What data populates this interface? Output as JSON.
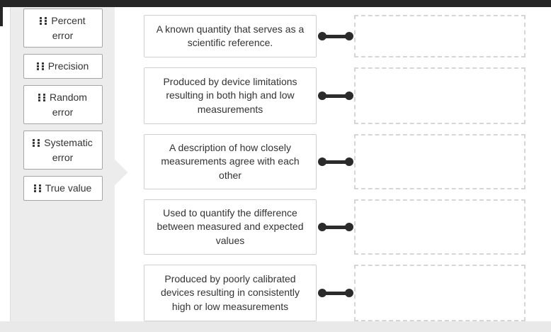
{
  "page": {
    "topbar_color": "#262626",
    "panel_color": "#ececec",
    "footer_strip_color": "#e9e9e9",
    "connector_color": "#2b2b2b",
    "chip_border_color": "#a6a6a6",
    "card_border_color": "#cfcfcf",
    "drop_zone_border_color": "#d6d6d6",
    "text_color": "#333333"
  },
  "term_bank": {
    "items": [
      {
        "label": "Percent error",
        "icon": "drag-handle-icon"
      },
      {
        "label": "Precision",
        "icon": "drag-handle-icon"
      },
      {
        "label": "Random error",
        "icon": "drag-handle-icon"
      },
      {
        "label": "Systematic error",
        "icon": "drag-handle-icon"
      },
      {
        "label": "True value",
        "icon": "drag-handle-icon"
      }
    ]
  },
  "matches": {
    "rows": [
      {
        "description": "A known quantity that serves as a scientific reference.",
        "connector_icon": "dumbbell-connector-icon",
        "drop_zone_value": ""
      },
      {
        "description": "Produced by device limitations resulting in both high and low measurements",
        "connector_icon": "dumbbell-connector-icon",
        "drop_zone_value": ""
      },
      {
        "description": "A description of how closely measurements agree with each other",
        "connector_icon": "dumbbell-connector-icon",
        "drop_zone_value": ""
      },
      {
        "description": "Used to quantify the difference between measured and expected values",
        "connector_icon": "dumbbell-connector-icon",
        "drop_zone_value": ""
      },
      {
        "description": "Produced by poorly calibrated devices resulting in consistently high or low measurements",
        "connector_icon": "dumbbell-connector-icon",
        "drop_zone_value": ""
      }
    ]
  }
}
